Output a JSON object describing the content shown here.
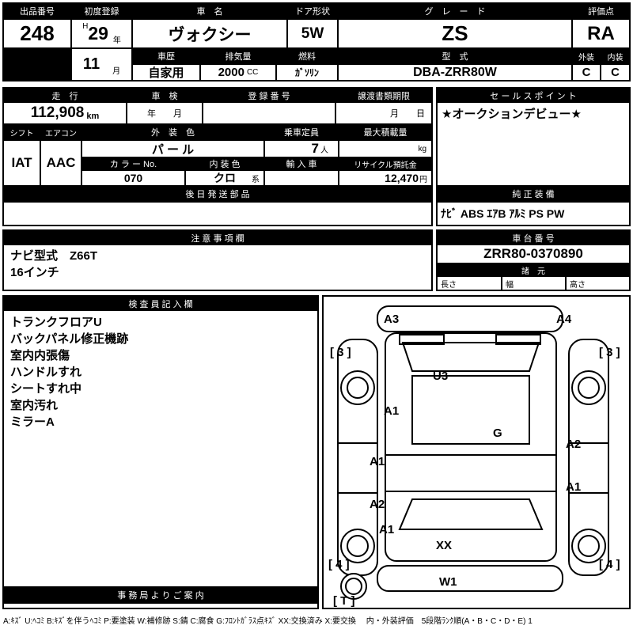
{
  "top": {
    "exhibit_label": "出品番号",
    "exhibit_no": "248",
    "first_reg_label": "初度登録",
    "era": "H",
    "reg_year": "29",
    "year_unit": "年",
    "reg_month": "11",
    "month_unit": "月",
    "name_label": "車　名",
    "name": "ヴォクシー",
    "door_label": "ドア形状",
    "door": "5W",
    "grade_label": "グ　レ　ー　ド",
    "grade": "ZS",
    "score_label": "評価点",
    "score": "RA",
    "history_label": "車歴",
    "history": "自家用",
    "disp_label": "排気量",
    "displacement": "2000",
    "disp_unit": "CC",
    "fuel_label": "燃料",
    "fuel": "ｶﾞｿﾘﾝ",
    "model_label": "型　式",
    "model": "DBA-ZRR80W",
    "ext_label": "外装",
    "ext_score": "C",
    "int_label": "内装",
    "int_score": "C"
  },
  "mid": {
    "mileage_label": "走　行",
    "mileage": "112,908",
    "mileage_unit": "km",
    "shaken_label": "車　検",
    "shaken_placeholder": "年　　月",
    "reg_label": "登 録 番 号",
    "reg_no": "",
    "transfer_label": "譲渡書類期限",
    "transfer_placeholder": "月　　日",
    "sales_label": "セ ー ル ス ポ イ ン ト",
    "sales_point": "★オークションデビュー★",
    "shift_label": "シフト",
    "shift": "IAT",
    "ac_label": "エアコン",
    "ac": "AAC",
    "ext_color_label": "外　装　色",
    "ext_color": "パ ー ル",
    "capacity_label": "乗車定員",
    "capacity": "7",
    "capacity_unit": "人",
    "maxload_label": "最大積載量",
    "maxload_unit": "kg",
    "color_no_label": "カ ラ ー No.",
    "color_no": "070",
    "int_color_label": "内 装 色",
    "int_color": "クロ",
    "int_color_suffix": "系",
    "import_label": "輸 入 車",
    "import_value": "",
    "recycle_label": "リサイクル預託金",
    "recycle": "12,470",
    "recycle_unit": "円",
    "later_parts_label": "後 日 発 送 部 品",
    "equip_label": "純 正 装 備",
    "equipment": "ﾅﾋﾞ ABS ｴｱB ｱﾙﾐ PS PW"
  },
  "notes": {
    "label": "注 意 事 項 欄",
    "line1": "ナビ型式　Z66T",
    "line2": "16インチ"
  },
  "chassis": {
    "label": "車 台 番 号",
    "value": "ZRR80-0370890",
    "spec_label": "諸　元",
    "len_label": "長さ",
    "wid_label": "幅",
    "hgt_label": "高さ"
  },
  "inspector": {
    "label": "検 査 員 記 入 欄",
    "lines": [
      "トランクフロアU",
      "バックパネル修正機跡",
      "室内内張傷",
      "ハンドルすれ",
      "シートすれ中",
      "室内汚れ",
      "ミラーA"
    ]
  },
  "office_label": "事 務 局 よ り ご 案 内",
  "diagram": {
    "markers": [
      "A3",
      "A4",
      "[ 3 ]",
      "[ 3 ]",
      "U3",
      "A1",
      "G",
      "A2",
      "A1",
      "A1",
      "A2",
      "A1",
      "XX",
      "[ 4 ]",
      "[ 4 ]",
      "W1",
      "[ T ]"
    ]
  },
  "legend": "A:ｷｽﾞ U:ﾍｺﾐ B:ｷｽﾞを伴うﾍｺﾐ P:要塗装 W:補修跡 S:錆 C:腐食 G:ﾌﾛﾝﾄｶﾞﾗｽ点ｷｽﾞ XX:交換済み X:要交換　 内・外装評価　5段階ﾗﾝｸ順(A・B・C・D・E) 1"
}
